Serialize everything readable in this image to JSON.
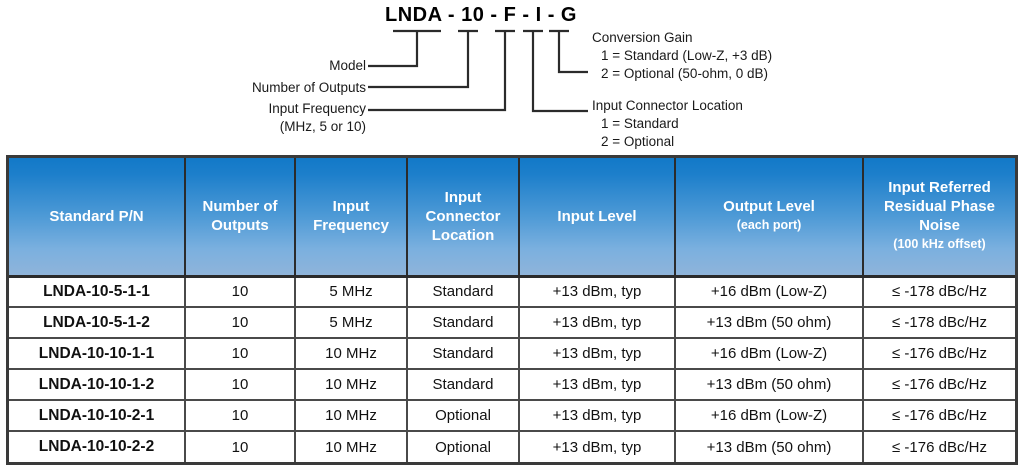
{
  "diagram": {
    "part_number_code": "LNDA - 10 - F - I - G",
    "left_labels": {
      "model": "Model",
      "number_of_outputs": "Number of Outputs",
      "input_frequency": "Input Frequency",
      "input_frequency_note": "(MHz, 5 or 10)"
    },
    "right_labels": {
      "conversion_gain_title": "Conversion Gain",
      "conversion_gain_opt1": "1 = Standard (Low-Z, +3 dB)",
      "conversion_gain_opt2": "2 = Optional (50-ohm, 0 dB)",
      "input_connector_title": "Input Connector Location",
      "input_connector_opt1": "1 = Standard",
      "input_connector_opt2": "2 = Optional"
    }
  },
  "table": {
    "headers": [
      {
        "main": "Standard P/N",
        "sub": ""
      },
      {
        "main": "Number of Outputs",
        "sub": ""
      },
      {
        "main": "Input Frequency",
        "sub": ""
      },
      {
        "main": "Input Connector Location",
        "sub": ""
      },
      {
        "main": "Input Level",
        "sub": ""
      },
      {
        "main": "Output Level",
        "sub": "(each port)"
      },
      {
        "main": "Input Referred Residual Phase Noise",
        "sub": "(100 kHz offset)"
      }
    ],
    "rows": [
      {
        "pn": "LNDA-10-5-1-1",
        "outputs": "10",
        "frequency": "5 MHz",
        "connector": "Standard",
        "input_level": "+13 dBm, typ",
        "output_level": "+16 dBm (Low-Z)",
        "phase_noise": "≤ -178 dBc/Hz"
      },
      {
        "pn": "LNDA-10-5-1-2",
        "outputs": "10",
        "frequency": "5 MHz",
        "connector": "Standard",
        "input_level": "+13 dBm, typ",
        "output_level": "+13 dBm (50 ohm)",
        "phase_noise": "≤ -178 dBc/Hz"
      },
      {
        "pn": "LNDA-10-10-1-1",
        "outputs": "10",
        "frequency": "10 MHz",
        "connector": "Standard",
        "input_level": "+13 dBm, typ",
        "output_level": "+16 dBm (Low-Z)",
        "phase_noise": "≤ -176 dBc/Hz"
      },
      {
        "pn": "LNDA-10-10-1-2",
        "outputs": "10",
        "frequency": "10 MHz",
        "connector": "Standard",
        "input_level": "+13 dBm, typ",
        "output_level": "+13 dBm (50 ohm)",
        "phase_noise": "≤ -176 dBc/Hz"
      },
      {
        "pn": "LNDA-10-10-2-1",
        "outputs": "10",
        "frequency": "10 MHz",
        "connector": "Optional",
        "input_level": "+13 dBm, typ",
        "output_level": "+16 dBm (Low-Z)",
        "phase_noise": "≤ -176 dBc/Hz"
      },
      {
        "pn": "LNDA-10-10-2-2",
        "outputs": "10",
        "frequency": "10 MHz",
        "connector": "Optional",
        "input_level": "+13 dBm, typ",
        "output_level": "+13 dBm (50 ohm)",
        "phase_noise": "≤ -176 dBc/Hz"
      }
    ]
  },
  "colors": {
    "header_gradient_top": "#1279C8",
    "header_gradient_bottom": "#8FB4DA",
    "header_text": "#FFFFFF",
    "border": "#3A3A3A",
    "body_text": "#111111",
    "page_background": "#FFFFFF"
  }
}
